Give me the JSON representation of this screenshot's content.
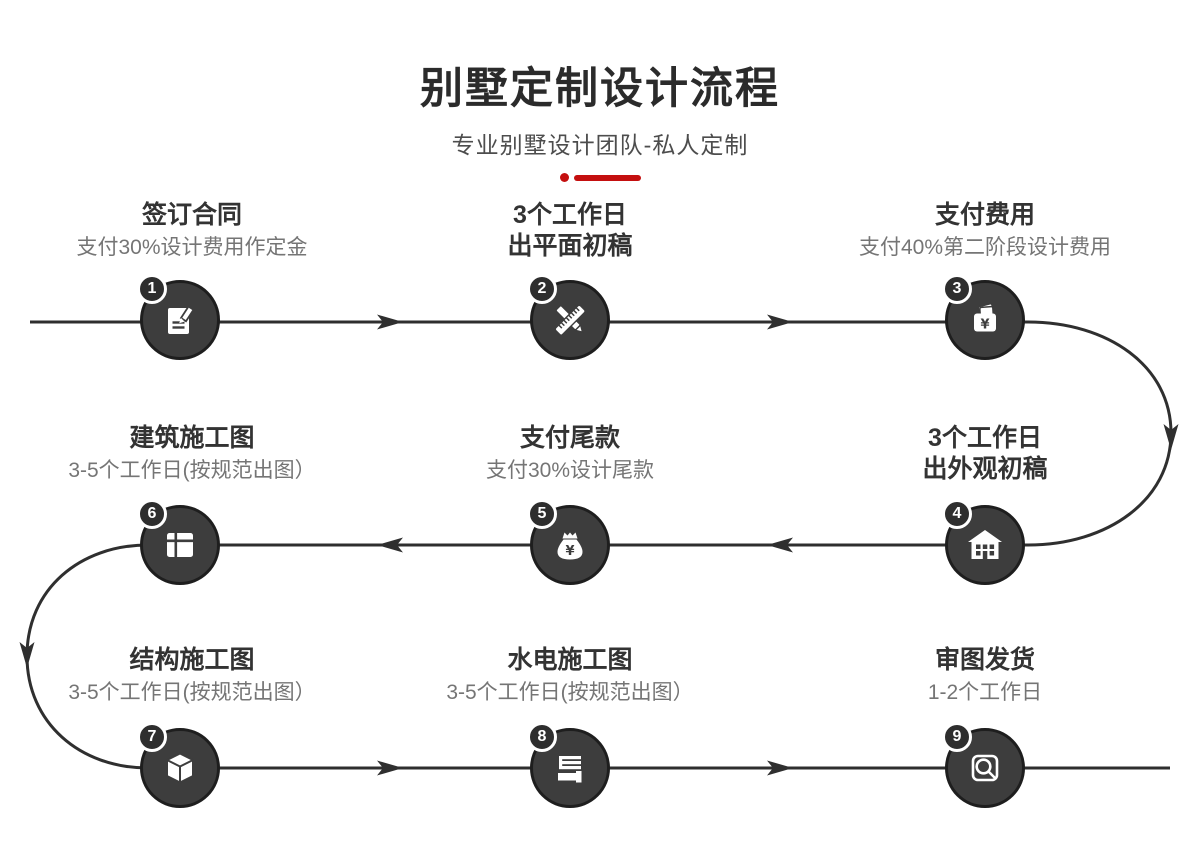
{
  "header": {
    "title": "别墅定制设计流程",
    "subtitle": "专业别墅设计团队-私人定制"
  },
  "colors": {
    "accent_red": "#c40f0f",
    "circle_fill": "#3d3d3d",
    "circle_border": "#1e1e1e",
    "flow_line": "#2f2f2f",
    "title_text": "#2b2b2b",
    "step_title_text": "#333333",
    "step_subtitle_text": "#757575"
  },
  "steps": [
    {
      "number": "1",
      "title": "签订合同",
      "subtitle": "支付30%设计费用作定金",
      "icon": "contract-icon"
    },
    {
      "number": "2",
      "title": "3个工作日",
      "title2": "出平面初稿",
      "icon": "ruler-pencil-icon"
    },
    {
      "number": "3",
      "title": "支付费用",
      "subtitle": "支付40%第二阶段设计费用",
      "icon": "wallet-icon"
    },
    {
      "number": "4",
      "title": "3个工作日",
      "title2": "出外观初稿",
      "icon": "house-icon"
    },
    {
      "number": "5",
      "title": "支付尾款",
      "subtitle": "支付30%设计尾款",
      "icon": "money-bag-icon"
    },
    {
      "number": "6",
      "title": "建筑施工图",
      "subtitle": "3-5个工作日(按规范出图）",
      "icon": "layout-icon"
    },
    {
      "number": "7",
      "title": "结构施工图",
      "subtitle": "3-5个工作日(按规范出图）",
      "icon": "cube-icon"
    },
    {
      "number": "8",
      "title": "水电施工图",
      "subtitle": "3-5个工作日(按规范出图）",
      "icon": "pipes-icon"
    },
    {
      "number": "9",
      "title": "审图发货",
      "subtitle": "1-2个工作日",
      "icon": "magnifier-icon"
    }
  ]
}
